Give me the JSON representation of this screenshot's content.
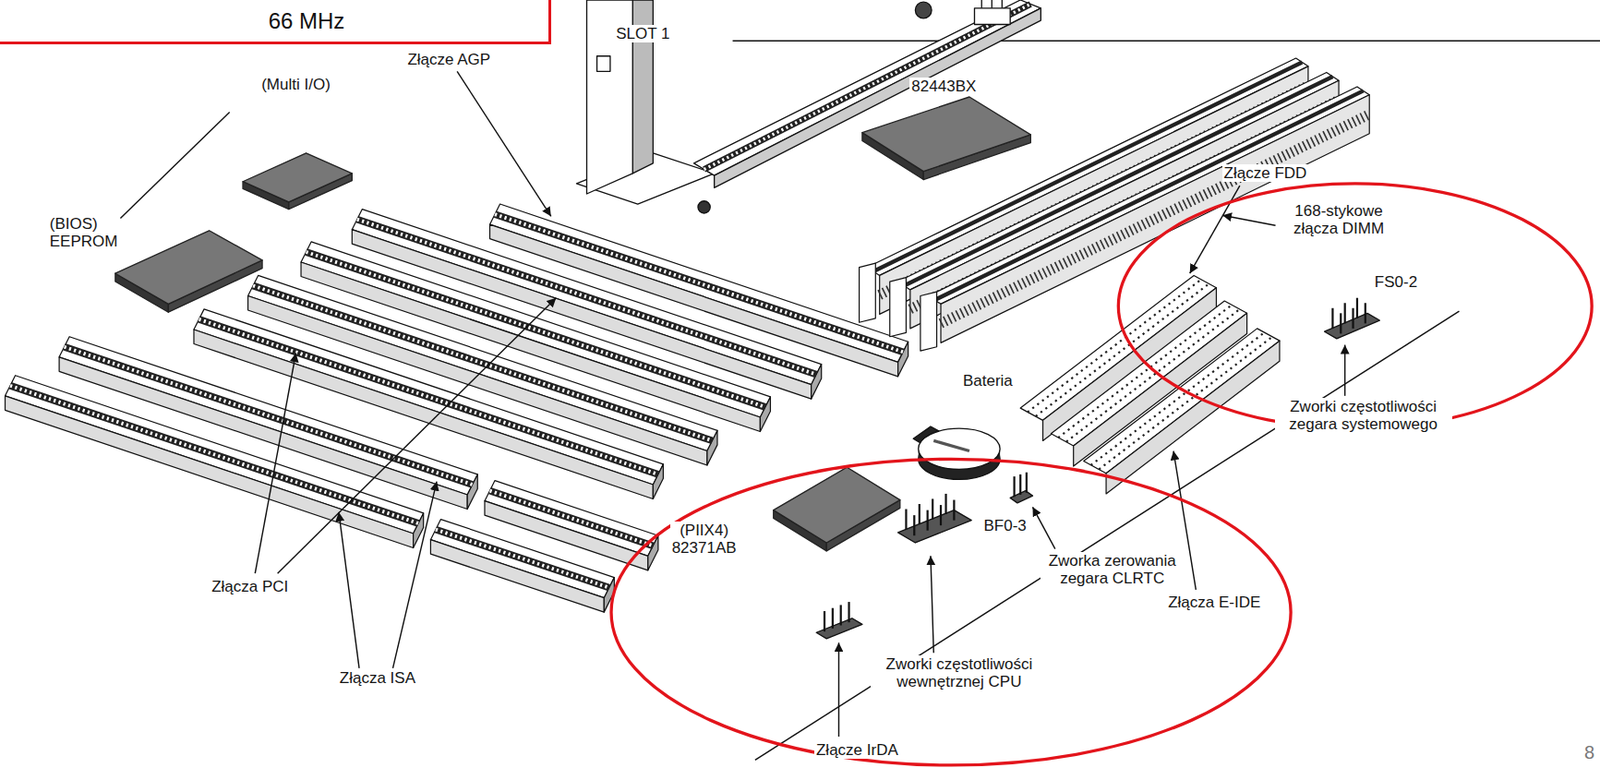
{
  "diagram": {
    "nodes": [
      {
        "text": [
          "66 MHz"
        ]
      }
    ],
    "labels": [
      "SLOT 1",
      "82443BX",
      "Złącze AGP",
      "(Multi I/O)",
      "(BIOS) EEPROM",
      "168-stykowe złącza DIMM",
      "Złącze FDD",
      "FS0-2",
      "Bateria",
      "Zworki częstotliwości zegara systemowego",
      "(PIIX4) 82371AB",
      "BF0-3",
      "Zworka zerowania zegara CLRTC",
      "Złącza E-IDE",
      "Zworki częstotliwości wewnętrznej CPU",
      "Złącza PCI",
      "Złącza ISA",
      "Złącze IrDA",
      "8"
    ]
  }
}
